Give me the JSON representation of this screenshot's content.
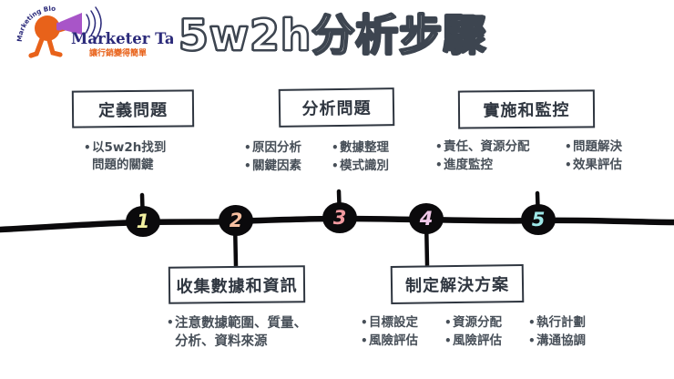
{
  "brand": {
    "name": "Marketer Taiwan",
    "tagline": "讓行銷變得簡單",
    "badge_text": "Marketing Blog",
    "colors": {
      "figure": "#E8621A",
      "megaphone": "#A855C8",
      "wordmark": "#2B2A7A",
      "tagline": "#E8621A"
    }
  },
  "title": "5w2h分析步驟",
  "timeline": {
    "line_color": "#0b0a0c",
    "nodes": [
      {
        "label": "1",
        "color": "#F2EFA0"
      },
      {
        "label": "2",
        "color": "#F6BFA0"
      },
      {
        "label": "3",
        "color": "#F29AA0"
      },
      {
        "label": "4",
        "color": "#F0C8E8"
      },
      {
        "label": "5",
        "color": "#9FE8E8"
      }
    ]
  },
  "steps": [
    {
      "number": "1",
      "position": "top",
      "heading": "定義問題",
      "columns": [
        {
          "items": [
            "以5w2h找到\n問題的關鍵"
          ]
        }
      ]
    },
    {
      "number": "2",
      "position": "bottom",
      "heading": "收集數據和資訊",
      "columns": [
        {
          "items": [
            "注意數據範圍、質量、\n分析、資料來源"
          ]
        }
      ]
    },
    {
      "number": "3",
      "position": "top",
      "heading": "分析問題",
      "columns": [
        {
          "items": [
            "原因分析",
            "關鍵因素"
          ]
        },
        {
          "items": [
            "數據整理",
            "模式識別"
          ]
        }
      ]
    },
    {
      "number": "4",
      "position": "bottom",
      "heading": "制定解決方案",
      "columns": [
        {
          "items": [
            "目標設定",
            "風險評估"
          ]
        },
        {
          "items": [
            "資源分配",
            "風險評估"
          ]
        },
        {
          "items": [
            "執行計劃",
            "溝通協調"
          ]
        }
      ]
    },
    {
      "number": "5",
      "position": "top",
      "heading": "實施和監控",
      "columns": [
        {
          "items": [
            "責任、資源分配",
            "進度監控"
          ]
        },
        {
          "items": [
            "問題解決",
            "效果評估"
          ]
        }
      ]
    }
  ]
}
